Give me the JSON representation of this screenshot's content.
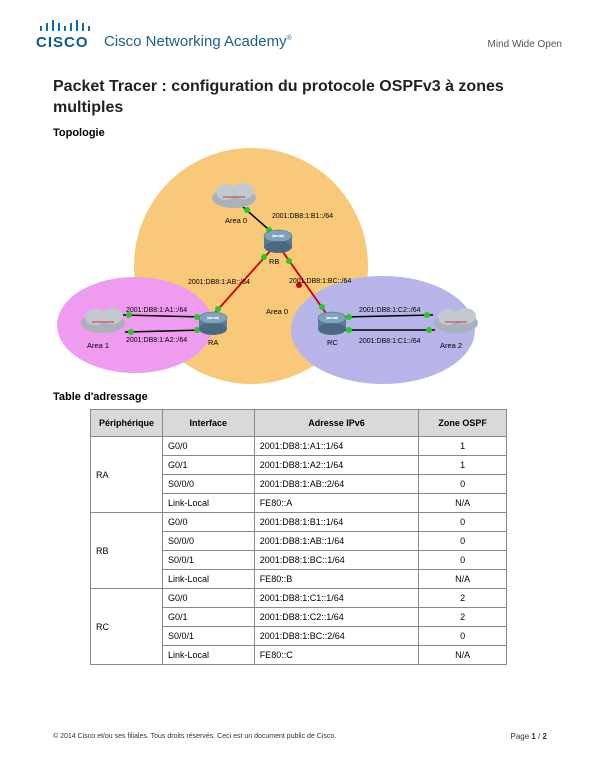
{
  "header": {
    "logo_text": "CISCO",
    "academy_name": "Cisco Networking Academy",
    "trademark": "®",
    "tagline": "Mind Wide Open"
  },
  "title": "Packet Tracer : configuration du protocole OSPFv3 à zones multiples",
  "topology": {
    "heading": "Topologie",
    "areas": {
      "area0": "Area 0",
      "area1": "Area 1",
      "area2": "Area 2",
      "area_center": "Area 0"
    },
    "routers": {
      "rb": "RB",
      "ra": "RA",
      "rc": "RC"
    },
    "links": {
      "area0_rb": "2001:DB8:1:B1::/64",
      "ra_rb": "2001:DB8:1:AB::/64",
      "rb_rc": "2001:DB8:1:BC::/64",
      "area1_ra_top": "2001:DB8:1:A1::/64",
      "area1_ra_bottom": "2001:DB8:1:A2::/64",
      "rc_area2_top": "2001:DB8:1:C2::/64",
      "rc_area2_bottom": "2001:DB8:1:C1::/64"
    },
    "colors": {
      "area0": "#f9c97a",
      "area1": "#ef9bef",
      "area2": "#b7b4ea",
      "serial": "#cc0000",
      "ethernet": "#000000",
      "link_dot": "#22cc22"
    }
  },
  "addressing": {
    "heading": "Table d'adressage",
    "columns": [
      "Périphérique",
      "Interface",
      "Adresse IPv6",
      "Zone OSPF"
    ],
    "devices": [
      {
        "name": "RA",
        "rows": [
          {
            "iface": "G0/0",
            "ip": "2001:DB8:1:A1::1/64",
            "zone": "1"
          },
          {
            "iface": "G0/1",
            "ip": "2001:DB8:1:A2::1/64",
            "zone": "1"
          },
          {
            "iface": "S0/0/0",
            "ip": "2001:DB8:1:AB::2/64",
            "zone": "0"
          },
          {
            "iface": "Link-Local",
            "ip": "FE80::A",
            "zone": "N/A"
          }
        ]
      },
      {
        "name": "RB",
        "rows": [
          {
            "iface": "G0/0",
            "ip": "2001:DB8:1:B1::1/64",
            "zone": "0"
          },
          {
            "iface": "S0/0/0",
            "ip": "2001:DB8:1:AB::1/64",
            "zone": "0"
          },
          {
            "iface": "S0/0/1",
            "ip": "2001:DB8:1:BC::1/64",
            "zone": "0"
          },
          {
            "iface": "Link-Local",
            "ip": "FE80::B",
            "zone": "N/A"
          }
        ]
      },
      {
        "name": "RC",
        "rows": [
          {
            "iface": "G0/0",
            "ip": "2001:DB8:1:C1::1/64",
            "zone": "2"
          },
          {
            "iface": "G0/1",
            "ip": "2001:DB8:1:C2::1/64",
            "zone": "2"
          },
          {
            "iface": "S0/0/1",
            "ip": "2001:DB8:1:BC::2/64",
            "zone": "0"
          },
          {
            "iface": "Link-Local",
            "ip": "FE80::C",
            "zone": "N/A"
          }
        ]
      }
    ]
  },
  "footer": {
    "copyright": "© 2014 Cisco et/ou ses filiales. Tous droits réservés. Ceci est un document public de Cisco.",
    "page_label": "Page ",
    "page_current": "1",
    "page_sep": " / ",
    "page_total": "2"
  }
}
